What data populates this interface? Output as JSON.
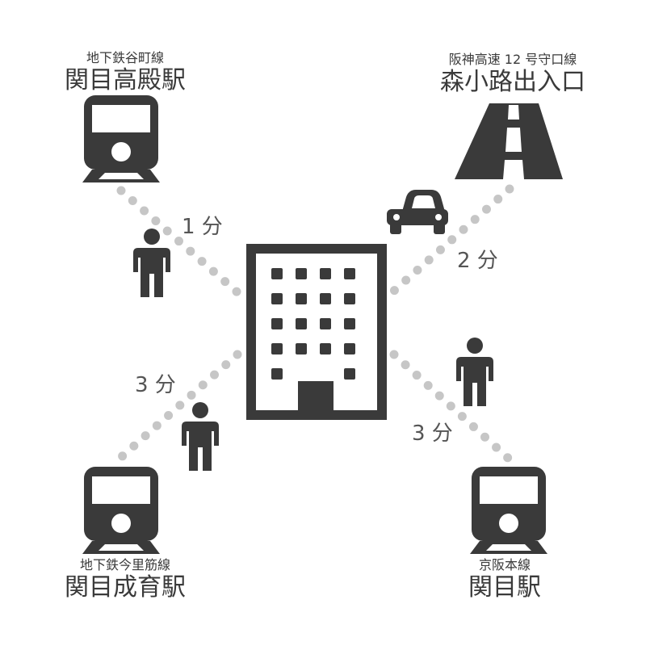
{
  "colors": {
    "icon": "#3a3a3a",
    "dots": "#c6c6c6",
    "text": "#3a3a3a"
  },
  "stations": {
    "top_left": {
      "line": "地下鉄谷町線",
      "name": "関目高殿駅",
      "icon": "train-icon"
    },
    "top_right": {
      "line": "阪神高速 12 号守口線",
      "name": "森小路出入口",
      "icon": "highway-icon"
    },
    "bottom_left": {
      "line": "地下鉄今里筋線",
      "name": "関目成育駅",
      "icon": "train-icon"
    },
    "bottom_right": {
      "line": "京阪本線",
      "name": "関目駅",
      "icon": "train-icon"
    }
  },
  "times": {
    "top_left": "1 分",
    "top_right": "2 分",
    "bottom_left": "3 分",
    "bottom_right": "3 分"
  },
  "modes": {
    "top_left": "walking-person-icon",
    "top_right": "car-icon",
    "bottom_left": "walking-person-icon",
    "bottom_right": "walking-person-icon"
  },
  "center": {
    "icon": "building-icon"
  }
}
